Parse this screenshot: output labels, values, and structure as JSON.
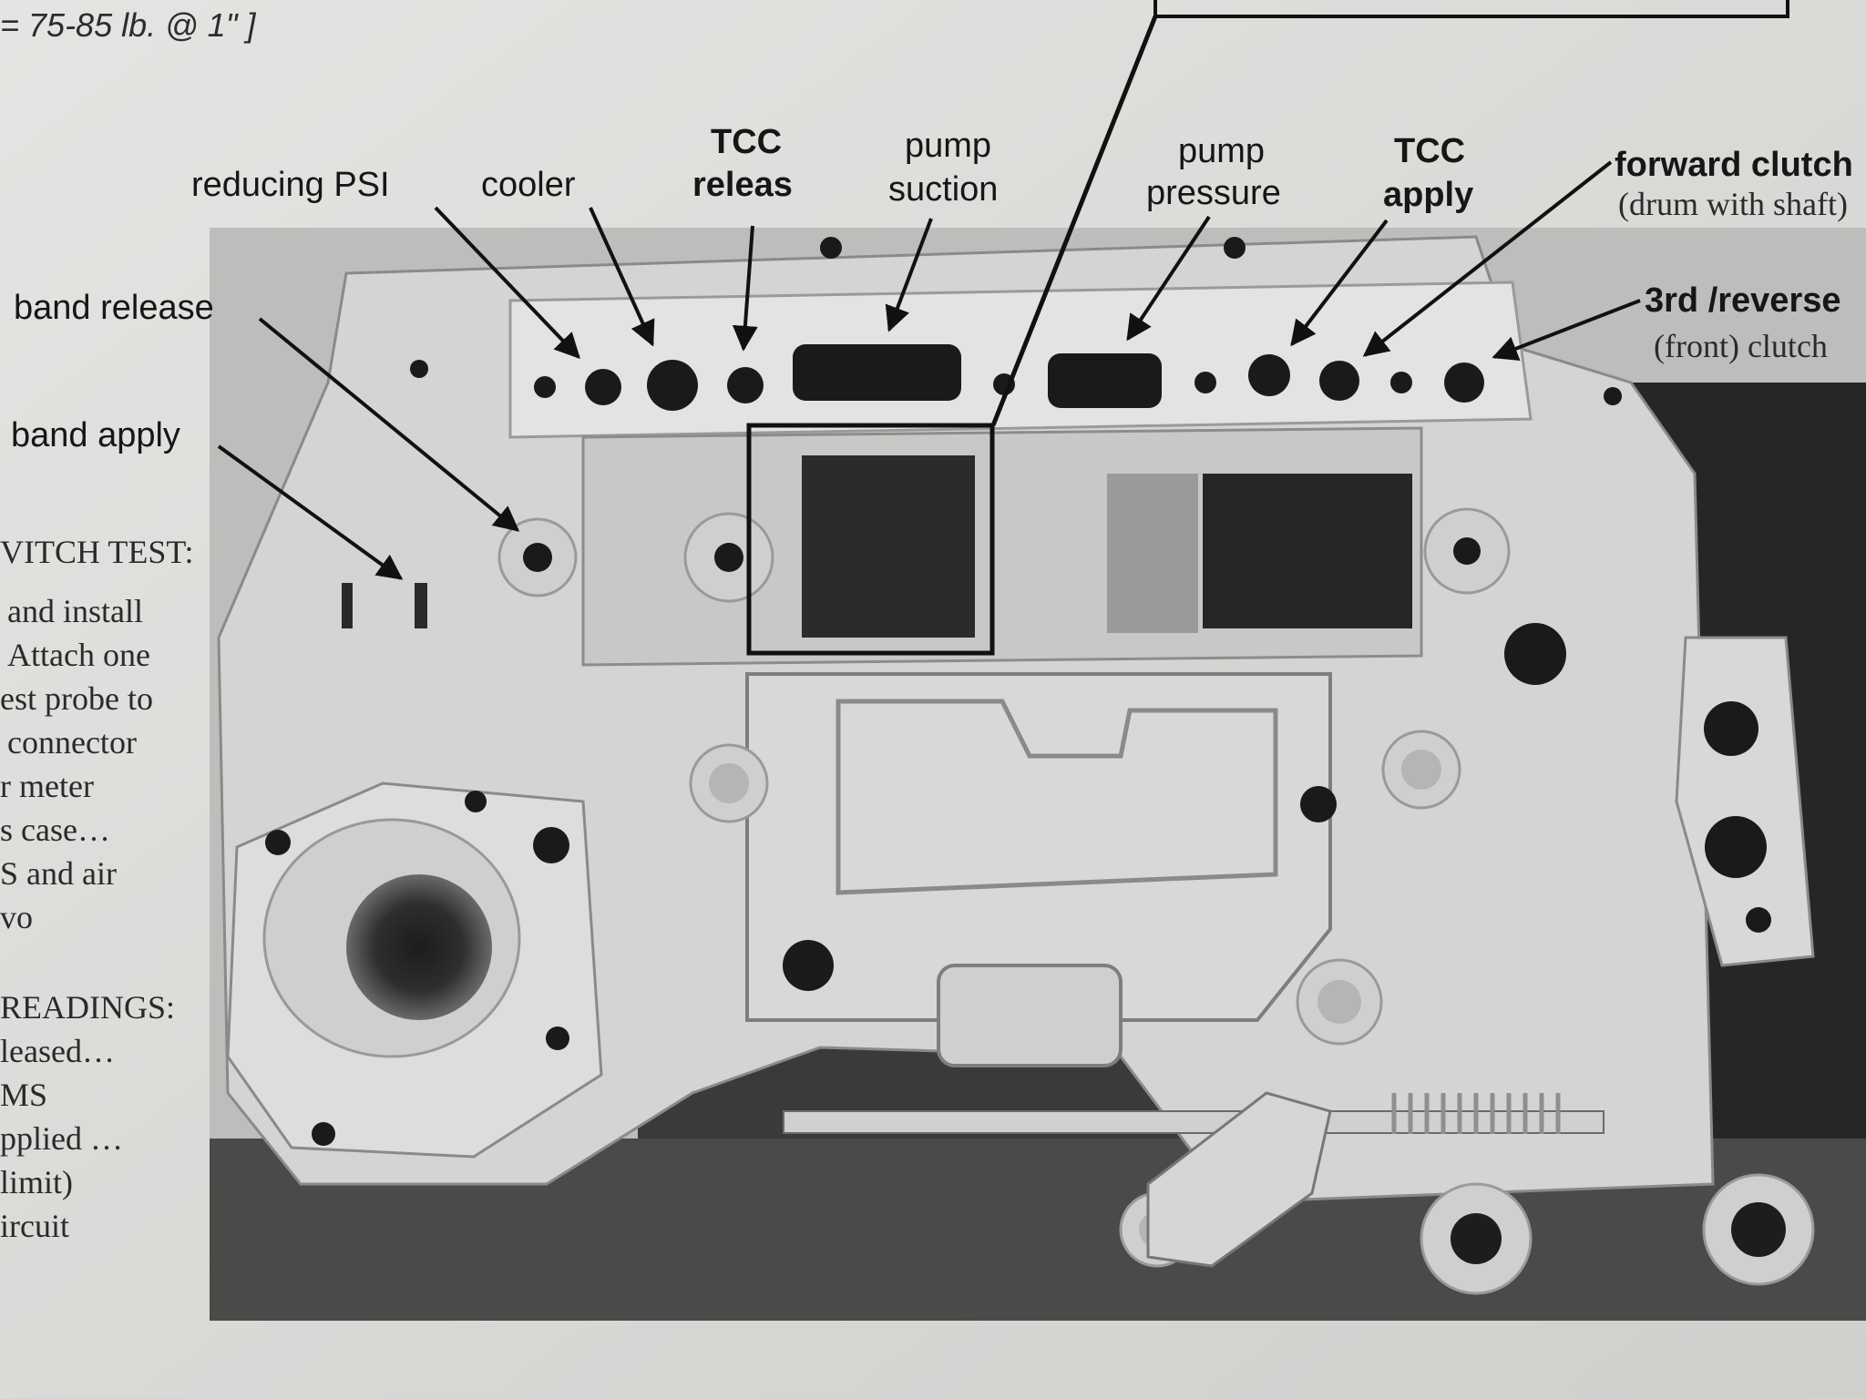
{
  "header": {
    "spec_text": "= 75-85 lb. @ 1\" ]"
  },
  "labels": {
    "reducing_psi": "reducing PSI",
    "cooler": "cooler",
    "tcc_release_1": "TCC",
    "tcc_release_2": "releas",
    "pump_suction_1": "pump",
    "pump_suction_2": "suction",
    "pump_pressure_1": "pump",
    "pump_pressure_2": "pressure",
    "tcc_apply_1": "TCC",
    "tcc_apply_2": "apply",
    "forward_clutch_1": "forward clutch",
    "forward_clutch_2": "(drum with shaft)",
    "third_reverse_1": "3rd /reverse",
    "third_reverse_2": "(front) clutch",
    "band_release": "band release",
    "band_apply": "band apply"
  },
  "side_text": [
    "VITCH TEST:",
    "and install",
    "Attach one",
    "est probe to",
    "connector",
    "r meter",
    "s case…",
    "S and air",
    "vo",
    "",
    "READINGS:",
    "leased…",
    "MS",
    "pplied …",
    "limit)",
    "ircuit"
  ]
}
